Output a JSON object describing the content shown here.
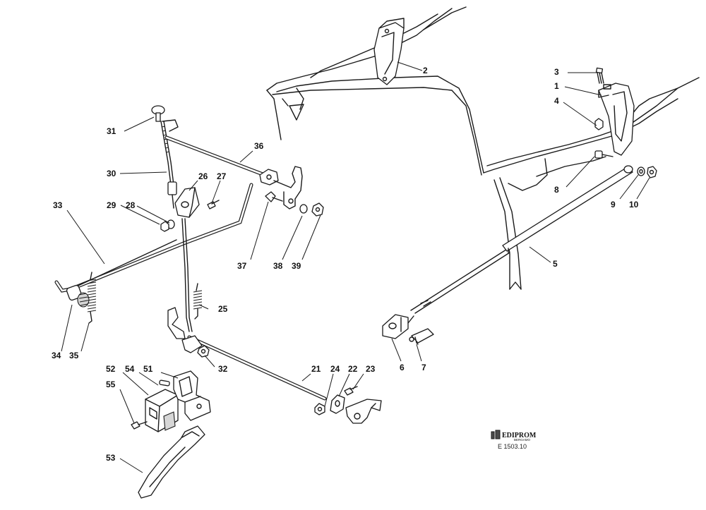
{
  "logo": {
    "brand": "EDIPROM",
    "sub": "BERGAMO"
  },
  "drawing_code": "E 1503.10",
  "callouts": [
    {
      "id": "c1",
      "label": "1"
    },
    {
      "id": "c2",
      "label": "2"
    },
    {
      "id": "c3",
      "label": "3"
    },
    {
      "id": "c4",
      "label": "4"
    },
    {
      "id": "c5",
      "label": "5"
    },
    {
      "id": "c6",
      "label": "6"
    },
    {
      "id": "c7",
      "label": "7"
    },
    {
      "id": "c8",
      "label": "8"
    },
    {
      "id": "c9",
      "label": "9"
    },
    {
      "id": "c10",
      "label": "10"
    },
    {
      "id": "c21",
      "label": "21"
    },
    {
      "id": "c22",
      "label": "22"
    },
    {
      "id": "c23",
      "label": "23"
    },
    {
      "id": "c24",
      "label": "24"
    },
    {
      "id": "c25",
      "label": "25"
    },
    {
      "id": "c26",
      "label": "26"
    },
    {
      "id": "c27",
      "label": "27"
    },
    {
      "id": "c28",
      "label": "28"
    },
    {
      "id": "c29",
      "label": "29"
    },
    {
      "id": "c30",
      "label": "30"
    },
    {
      "id": "c31",
      "label": "31"
    },
    {
      "id": "c32",
      "label": "32"
    },
    {
      "id": "c33",
      "label": "33"
    },
    {
      "id": "c34",
      "label": "34"
    },
    {
      "id": "c35",
      "label": "35"
    },
    {
      "id": "c36",
      "label": "36"
    },
    {
      "id": "c37",
      "label": "37"
    },
    {
      "id": "c38",
      "label": "38"
    },
    {
      "id": "c39",
      "label": "39"
    },
    {
      "id": "c51",
      "label": "51"
    },
    {
      "id": "c52",
      "label": "52"
    },
    {
      "id": "c53",
      "label": "53"
    },
    {
      "id": "c54",
      "label": "54"
    },
    {
      "id": "c55",
      "label": "55"
    }
  ]
}
